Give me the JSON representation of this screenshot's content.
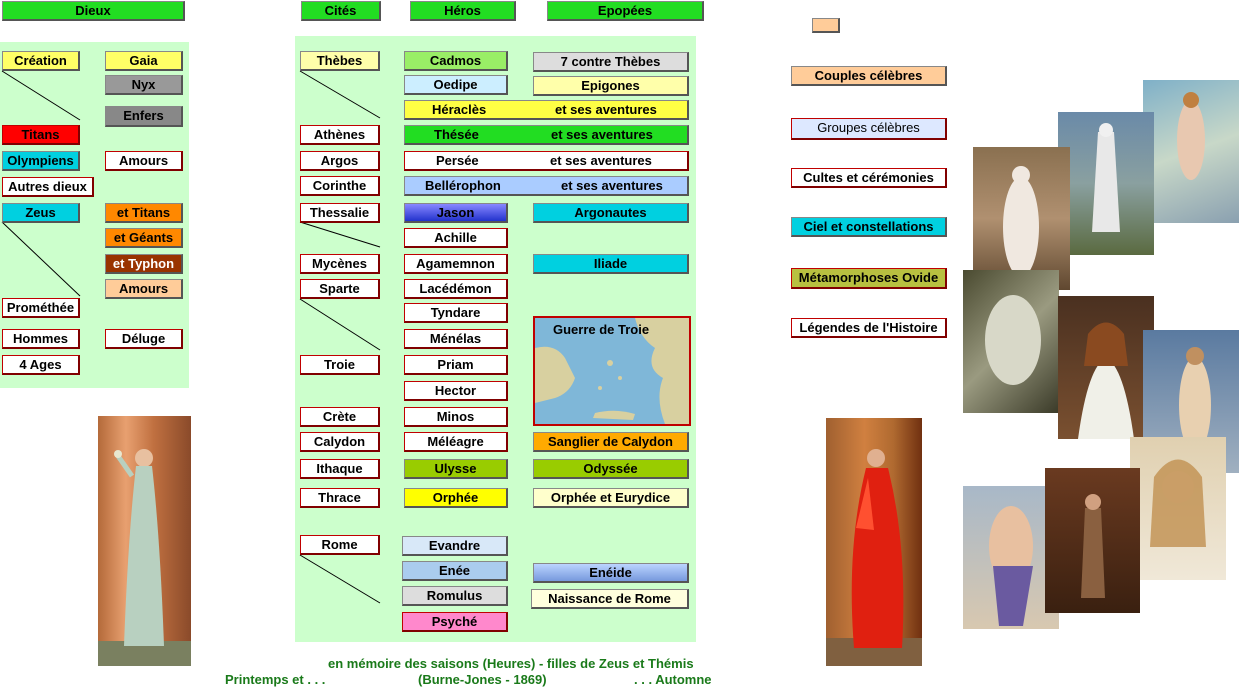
{
  "colors": {
    "panel": "#ccffcc",
    "green": "#22dd22",
    "yellow": "#ffff66",
    "red": "#ff0000",
    "cyan": "#00d0e0",
    "orange": "#ff8800",
    "brown": "#993300",
    "peach": "#ffcc99",
    "gray": "#999999",
    "lightblue": "#aaccff",
    "blue": "#4466dd",
    "lightgreen": "#99ee66",
    "olive": "#99cc00",
    "pink": "#ff88cc",
    "caption": "#1a7a1a"
  },
  "headers": {
    "dieux": "Dieux",
    "cites": "Cités",
    "heros": "Héros",
    "epopees": "Epopées"
  },
  "dieux": {
    "creation": "Création",
    "gaia": "Gaia",
    "nyx": "Nyx",
    "enfers": "Enfers",
    "titans": "Titans",
    "olympiens": "Olympiens",
    "amours": "Amours",
    "autres_dieux": "Autres dieux",
    "zeus": "Zeus",
    "et_titans": "et Titans",
    "et_geants": "et Géants",
    "et_typhon": "et Typhon",
    "amours2": "Amours",
    "promethee": "Prométhée",
    "hommes": "Hommes",
    "deluge": "Déluge",
    "quatre_ages": "4 Ages"
  },
  "cites": {
    "thebes": "Thèbes",
    "athenes": "Athènes",
    "argos": "Argos",
    "corinthe": "Corinthe",
    "thessalie": "Thessalie",
    "mycenes": "Mycènes",
    "sparte": "Sparte",
    "troie": "Troie",
    "crete": "Crète",
    "calydon": "Calydon",
    "ithaque": "Ithaque",
    "thrace": "Thrace",
    "rome": "Rome"
  },
  "heros": {
    "cadmos": "Cadmos",
    "oedipe": "Oedipe",
    "heracles": "Héraclès",
    "thesee": "Thésée",
    "persee": "Persée",
    "bellerophon": "Bellérophon",
    "jason": "Jason",
    "achille": "Achille",
    "agamemnon": "Agamemnon",
    "lacedemon": "Lacédémon",
    "tyndare": "Tyndare",
    "menelas": "Ménélas",
    "priam": "Priam",
    "hector": "Hector",
    "minos": "Minos",
    "meleagre": "Méléagre",
    "ulysse": "Ulysse",
    "orphee": "Orphée",
    "evandre": "Evandre",
    "enee": "Enée",
    "romulus": "Romulus",
    "psyche": "Psyché",
    "aventures": "et ses aventures"
  },
  "epopees": {
    "sept_contre_thebes": "7 contre Thèbes",
    "epigones": "Epigones",
    "argonautes": "Argonautes",
    "iliade": "Iliade",
    "guerre_de_troie": "Guerre de Troie",
    "sanglier": "Sanglier de Calydon",
    "odyssee": "Odyssée",
    "orphee_eurydice": "Orphée et Eurydice",
    "eneide": "Enéide",
    "naissance_rome": "Naissance de Rome"
  },
  "right_menu": {
    "couples": "Couples célèbres",
    "groupes": "Groupes célèbres",
    "cultes": "Cultes et cérémonies",
    "ciel": "Ciel et constellations",
    "metamorphoses": "Métamorphoses Ovide",
    "legendes": "Légendes de l'Histoire"
  },
  "captions": {
    "line1": "en mémoire des saisons (Heures) - filles de Zeus et Thémis",
    "printemps": "Printemps et . . .",
    "burne": "(Burne-Jones - 1869)",
    "automne": ". . . Automne"
  }
}
